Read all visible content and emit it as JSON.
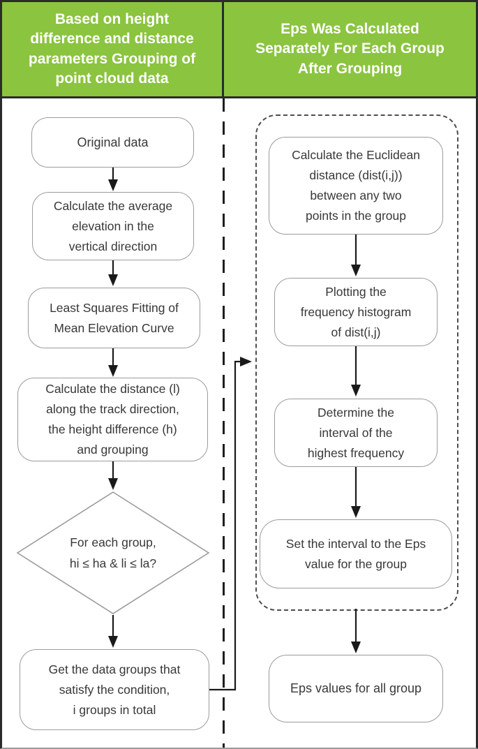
{
  "colors": {
    "header_green": "#8bc43f",
    "header_text": "#ffffff",
    "frame_border": "#2b2b2b",
    "frame_bottom": "#9a9a9a",
    "divider": "#1e1e1e",
    "group_dash": "#4d4d4d",
    "box_border": "#9b9b9b",
    "box_text": "#383838",
    "arrow": "#1a1a1a"
  },
  "header": {
    "left_title": "Based on height\ndifference and distance\nparameters Grouping of\npoint cloud data",
    "right_title": "Eps Was Calculated\nSeparately For Each Group\nAfter Grouping"
  },
  "left_column": {
    "boxes": [
      {
        "label": "Original data"
      },
      {
        "label": "Calculate the average\nelevation in the\nvertical direction"
      },
      {
        "label": "Least Squares Fitting of\nMean Elevation Curve"
      },
      {
        "label": "Calculate the distance (l)\nalong the track direction,\nthe height difference (h)\nand grouping"
      }
    ],
    "decision": {
      "label": "For each group,\nhi ≤ ha & li ≤ la?"
    },
    "result": {
      "label": "Get the data groups that\nsatisfy the condition,\ni groups in total"
    }
  },
  "right_column": {
    "group_boxes": [
      {
        "label": "Calculate the Euclidean\ndistance (dist(i,j))\nbetween any two\npoints in the group"
      },
      {
        "label": "Plotting the\nfrequency histogram\nof dist(i,j)"
      },
      {
        "label": "Determine the\ninterval of the\nhighest frequency"
      },
      {
        "label": "Set the interval to the Eps\nvalue for the group"
      }
    ],
    "final_box": {
      "label": "Eps values for all group"
    }
  }
}
